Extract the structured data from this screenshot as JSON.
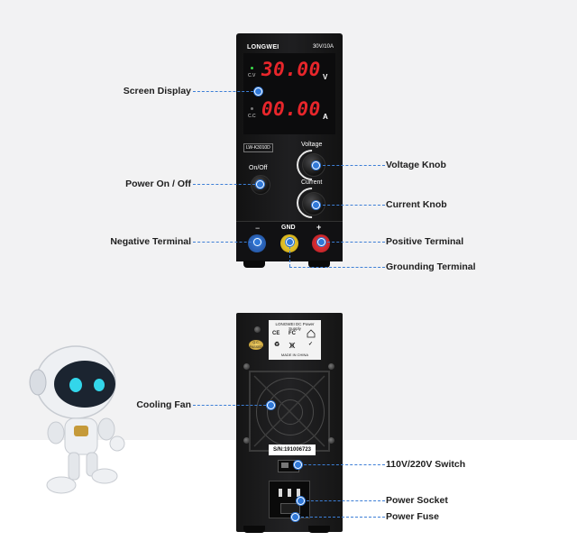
{
  "front_panel": {
    "brand": "LONGWEI",
    "rating": "30V/10A",
    "voltage_reading": "30.00",
    "voltage_unit": "V",
    "current_reading": "00.00",
    "current_unit": "A",
    "cv_label": "C.V",
    "cc_label": "C.C",
    "model": "LW-K3010D",
    "on_off_label": "On/Off",
    "voltage_knob_label": "Voltage",
    "current_knob_label": "Current",
    "neg_symbol": "−",
    "gnd_label": "GND",
    "pos_symbol": "+"
  },
  "back_panel": {
    "sticker_title": "LONGWEI DC Power Supply",
    "sticker_made": "MADE IN CHINA",
    "ce_mark": "CE",
    "fc_mark": "FC",
    "gold_badge": "Q.C. PASSED",
    "serial": "S/N:191006723"
  },
  "callouts": {
    "screen_display": "Screen Display",
    "power_on_off": "Power On / Off",
    "negative_terminal": "Negative Terminal",
    "voltage_knob": "Voltage Knob",
    "current_knob": "Current Knob",
    "positive_terminal": "Positive Terminal",
    "grounding_terminal": "Grounding Terminal",
    "cooling_fan": "Cooling Fan",
    "voltage_switch": "110V/220V  Switch",
    "power_socket": "Power Socket",
    "power_fuse": "Power Fuse"
  },
  "colors": {
    "callout_line": "#3d7fd6",
    "segment_red": "#e8262b",
    "terminal_red": "#d8232a",
    "terminal_yellow": "#e9c61c",
    "terminal_blue": "#2a62b8",
    "robot_eye": "#33d6ea"
  },
  "icons": [
    "recycle-icon",
    "crossed-bin-icon",
    "house-icon",
    "check-icon"
  ]
}
